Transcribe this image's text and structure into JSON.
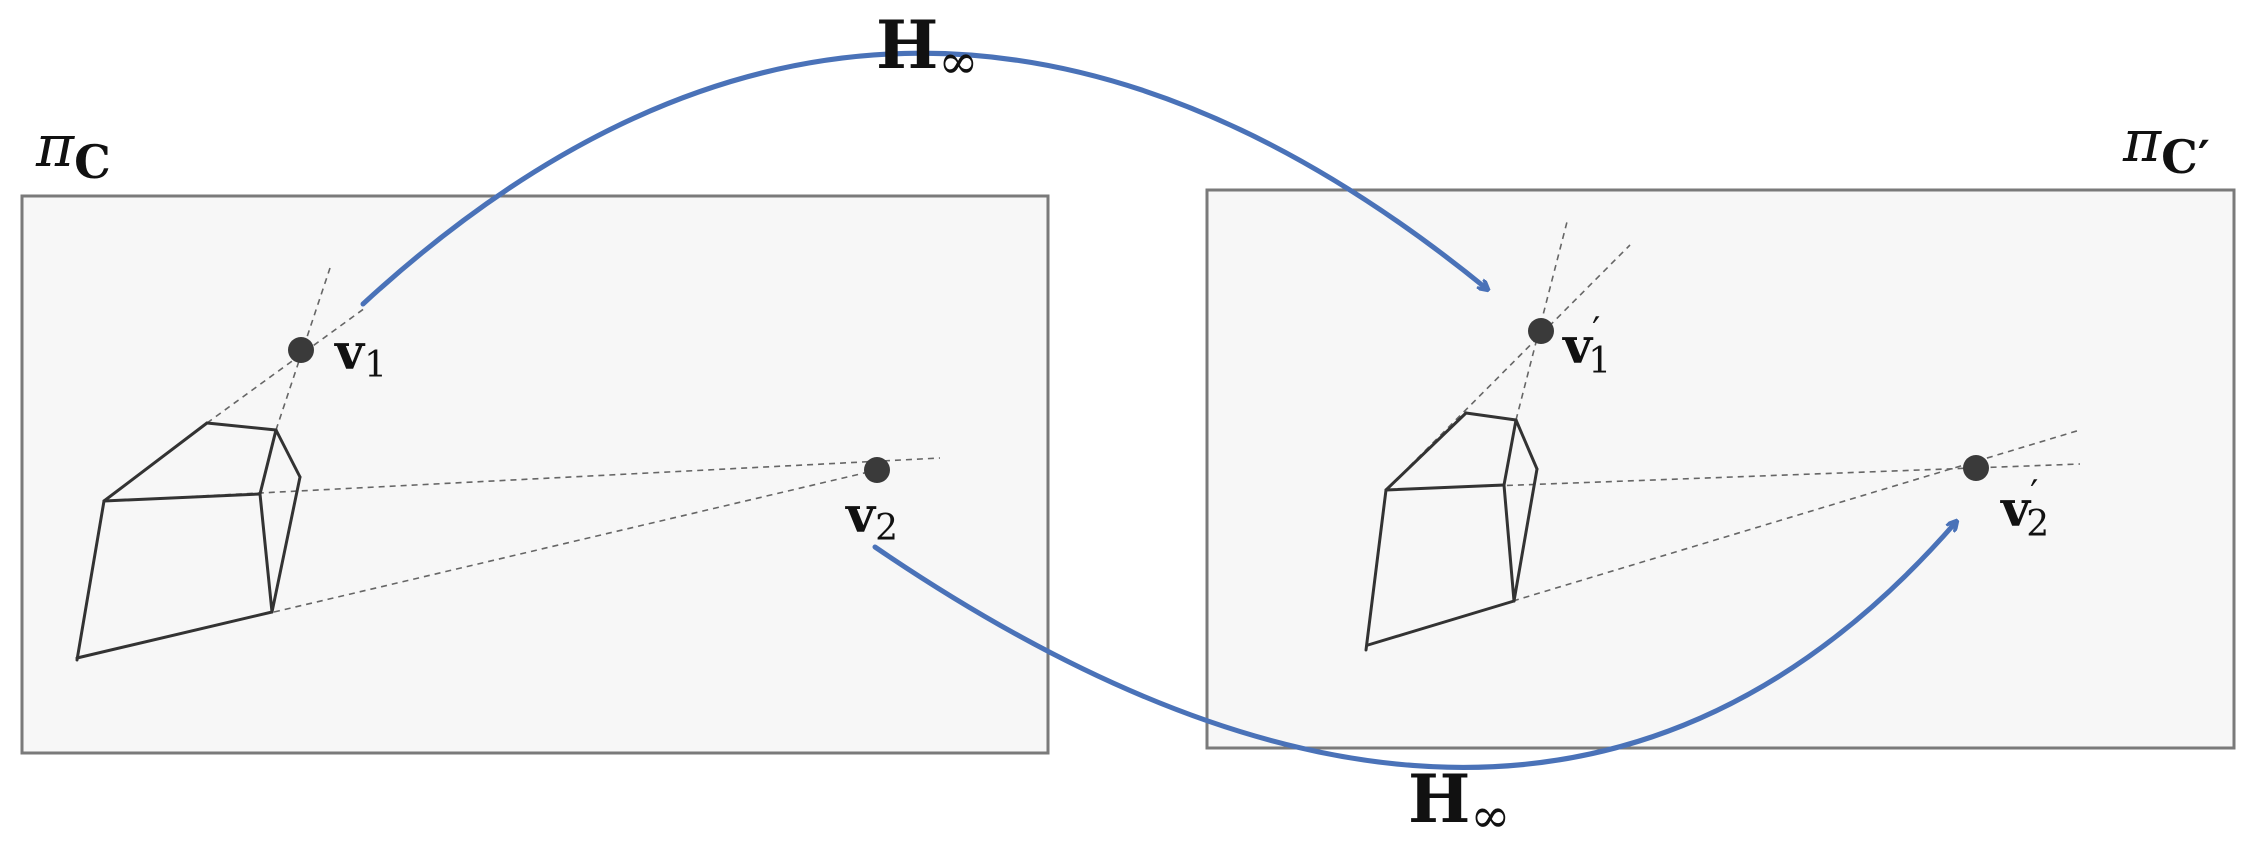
{
  "labels": {
    "left_plane": {
      "pi": "π",
      "sub": "C"
    },
    "right_plane": {
      "pi": "π",
      "sub": "C′"
    },
    "top_arrow": {
      "base": "H",
      "sub": "∞"
    },
    "bottom_arrow": {
      "base": "H",
      "sub": "∞"
    },
    "v1": {
      "base": "v",
      "sub": "1"
    },
    "v2": {
      "base": "v",
      "sub": "2"
    },
    "v1p": {
      "base": "v",
      "sub": "1",
      "prime": "′"
    },
    "v2p": {
      "base": "v",
      "sub": "2",
      "prime": "′"
    }
  },
  "colors": {
    "arrow": "#4a72b8",
    "panel_fill": "#f7f7f7",
    "panel_stroke": "#7a7a7a",
    "point": "#3a3a3a",
    "lines": "#333333",
    "dashed": "#666666"
  }
}
